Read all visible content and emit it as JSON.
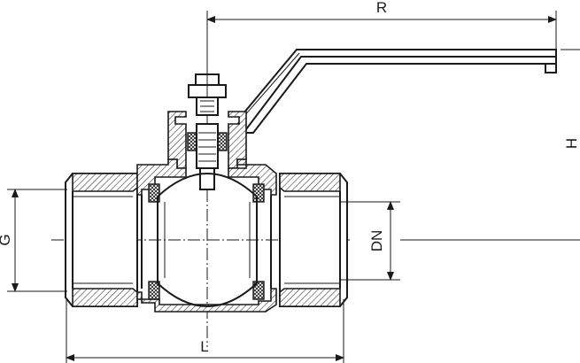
{
  "dimensions": {
    "R": "R",
    "H": "H",
    "DN": "DN",
    "G": "G",
    "L": "L"
  }
}
